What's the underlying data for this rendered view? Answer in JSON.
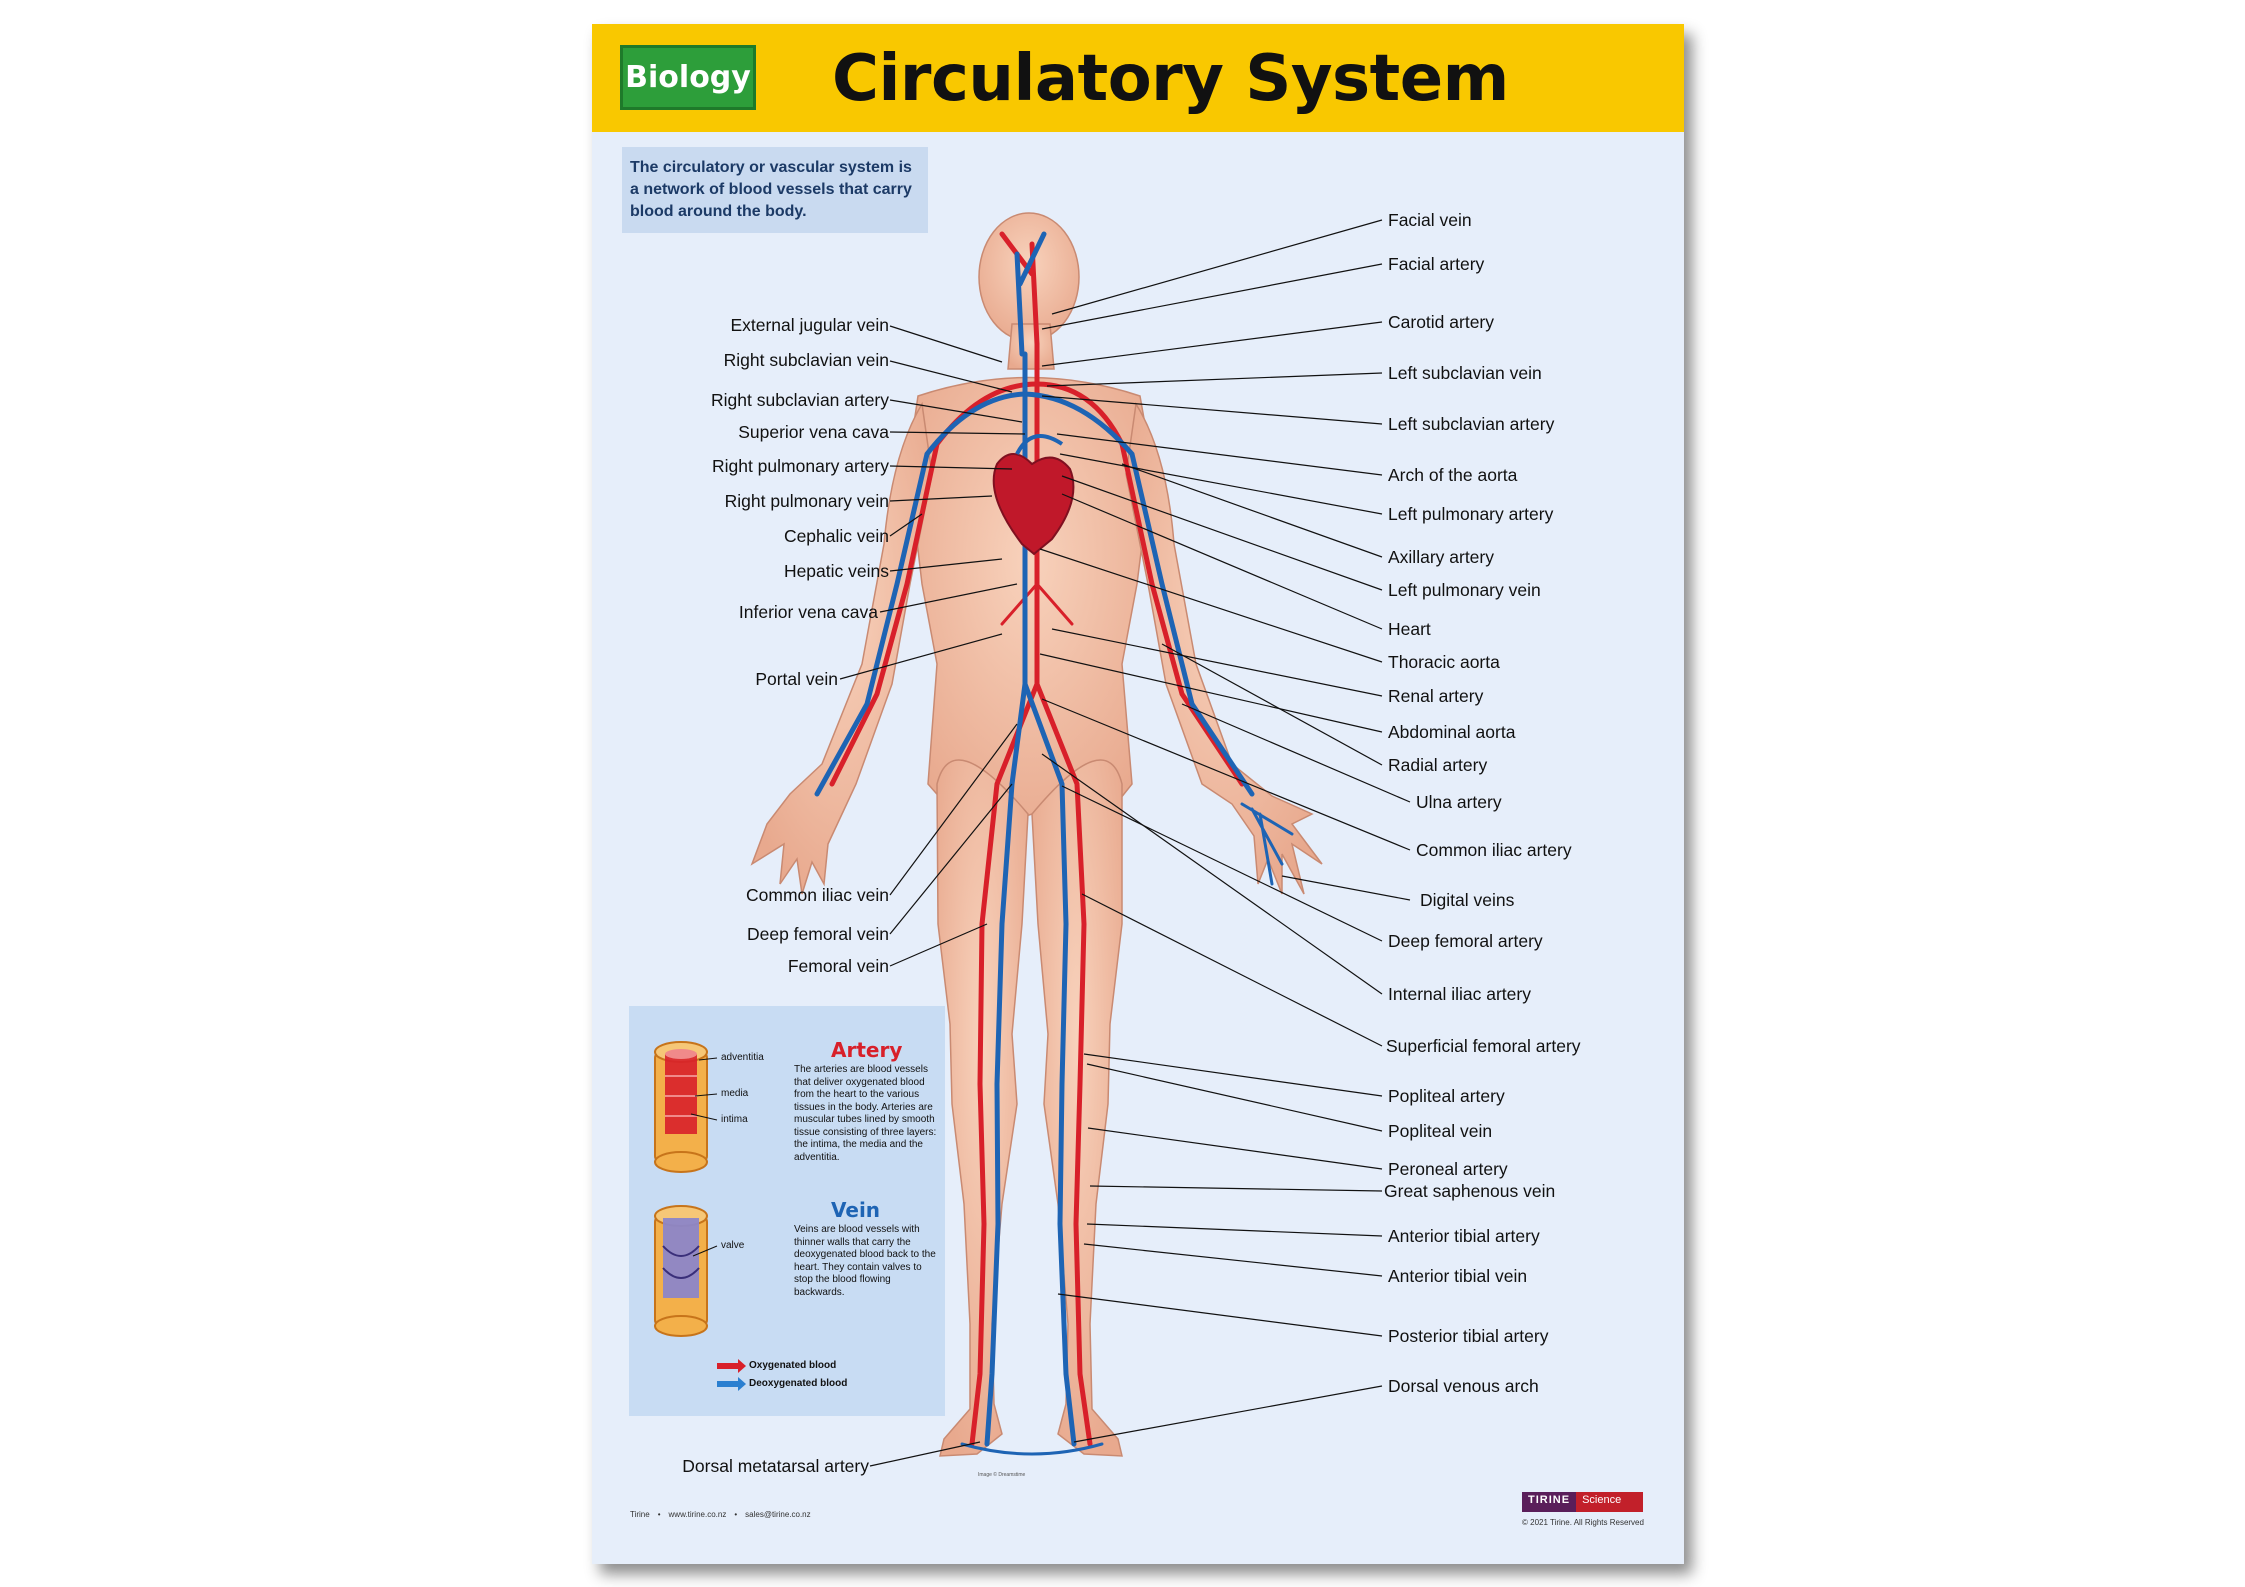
{
  "header": {
    "subject_badge": "Biology",
    "title": "Circulatory System",
    "colors": {
      "banner": "#f9c800",
      "badge": "#2d9e3a"
    }
  },
  "intro": "The circulatory or vascular system is a network of blood vessels that carry blood around the body.",
  "labels_left": [
    "External jugular vein",
    "Right subclavian vein",
    "Right subclavian artery",
    "Superior vena cava",
    "Right pulmonary artery",
    "Right pulmonary vein",
    "Cephalic vein",
    "Hepatic veins",
    "Inferior vena cava",
    "Portal vein",
    "Common iliac vein",
    "Deep femoral vein",
    "Femoral vein",
    "Dorsal metatarsal artery"
  ],
  "labels_right": [
    "Facial vein",
    "Facial artery",
    "Carotid artery",
    "Left subclavian vein",
    "Left subclavian artery",
    "Arch of the aorta",
    "Left pulmonary artery",
    "Axillary artery",
    "Left pulmonary vein",
    "Heart",
    "Thoracic aorta",
    "Renal artery",
    "Abdominal aorta",
    "Radial artery",
    "Ulna artery",
    "Common iliac artery",
    "Digital veins",
    "Deep femoral artery",
    "Internal iliac artery",
    "Superficial femoral artery",
    "Popliteal artery",
    "Popliteal vein",
    "Peroneal artery",
    "Great saphenous vein",
    "Anterior tibial artery",
    "Anterior tibial vein",
    "Posterior tibial artery",
    "Dorsal venous arch"
  ],
  "legend": {
    "artery": {
      "title": "Artery",
      "description": "The arteries are blood vessels that deliver oxygenated blood from the heart to the various tissues in the body. Arteries are muscular tubes lined by smooth tissue consisting of three layers: the intima, the media and the adventitia.",
      "layers": [
        "adventitia",
        "media",
        "intima"
      ],
      "color": "#d8202a"
    },
    "vein": {
      "title": "Vein",
      "description": "Veins are blood vessels with thinner walls that carry the deoxygenated blood back to the heart. They contain valves to stop the blood flowing backwards.",
      "layers": [
        "valve"
      ],
      "color": "#1e64b4"
    },
    "key": [
      {
        "label": "Oxygenated blood",
        "color": "#d8202a"
      },
      {
        "label": "Deoxygenated blood",
        "color": "#2a7fd0"
      }
    ]
  },
  "footer": {
    "brand": "Tirine",
    "website": "www.tirine.co.nz",
    "email": "sales@tirine.co.nz",
    "logo_name": "TIRINE",
    "logo_sub": "Science",
    "copyright": "© 2021 Tirine.  All Rights Reserved",
    "image_credit": "Image © Dreamstime"
  }
}
